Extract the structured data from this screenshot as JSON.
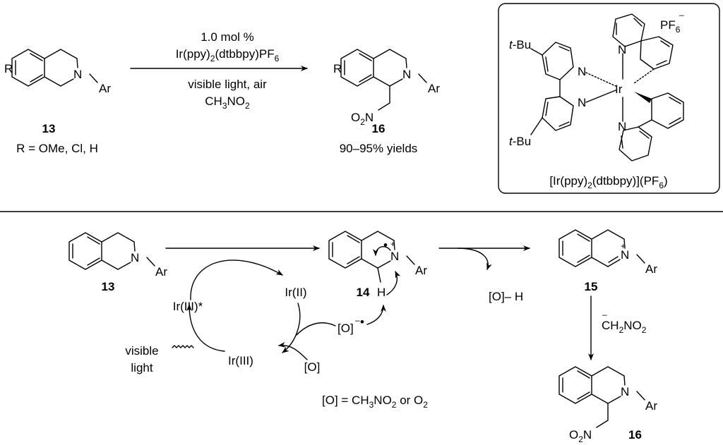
{
  "top": {
    "reactant": {
      "substituent": "R",
      "atom_n": "N",
      "group_ar": "Ar",
      "number": "13",
      "r_def": "R = OMe, Cl, H"
    },
    "conditions": {
      "line1": "1.0 mol %",
      "line2_main": "Ir(ppy)",
      "line2_sub": "2",
      "line2_mid": "(dtbbpy)PF",
      "line2_sub2": "6",
      "line3": "visible light, air",
      "line4_main": "CH",
      "line4_sub": "3",
      "line4_mid": "NO",
      "line4_sub2": "2"
    },
    "product": {
      "substituent": "R",
      "atom_n": "N",
      "group_ar": "Ar",
      "no2_o": "O",
      "no2_sub": "2",
      "no2_n": "N",
      "number": "16",
      "yield": "90–95% yields"
    }
  },
  "catalyst_box": {
    "pf6_main": "PF",
    "pf6_sub": "6",
    "pf6_charge": "–",
    "tbu_label": "t",
    "tbu_rest": "-Bu",
    "metal": "Ir",
    "atom_n": "N",
    "caption_a": "[Ir(ppy)",
    "caption_sub1": "2",
    "caption_b": "(dtbbpy)](PF",
    "caption_sub2": "6",
    "caption_c": ")"
  },
  "mechanism": {
    "start_number": "13",
    "intermediate_number": "14",
    "iminium_number": "15",
    "final_number": "16",
    "atom_n": "N",
    "group_ar": "Ar",
    "hydrogen": "H",
    "plus": "+",
    "radical_dot": "•",
    "ir3_star": "Ir(III)*",
    "ir2": "Ir(II)",
    "ir3": "Ir(III)",
    "visible_line1": "visible",
    "visible_line2": "light",
    "oxidant": "[O]",
    "oxidant_radical": "[O]",
    "radical_charge": "–",
    "byproduct": "[O]– H",
    "nucleophile_minus": "–",
    "nucleophile_main": "CH",
    "nucleophile_sub": "2",
    "nucleophile_rest": "NO",
    "nucleophile_sub2": "2",
    "definition_a": "[O] = CH",
    "definition_sub": "3",
    "definition_b": "NO",
    "definition_sub2": "2",
    "definition_c": " or O",
    "definition_sub3": "2",
    "no2_o": "O",
    "no2_sub": "2",
    "no2_n": "N"
  }
}
